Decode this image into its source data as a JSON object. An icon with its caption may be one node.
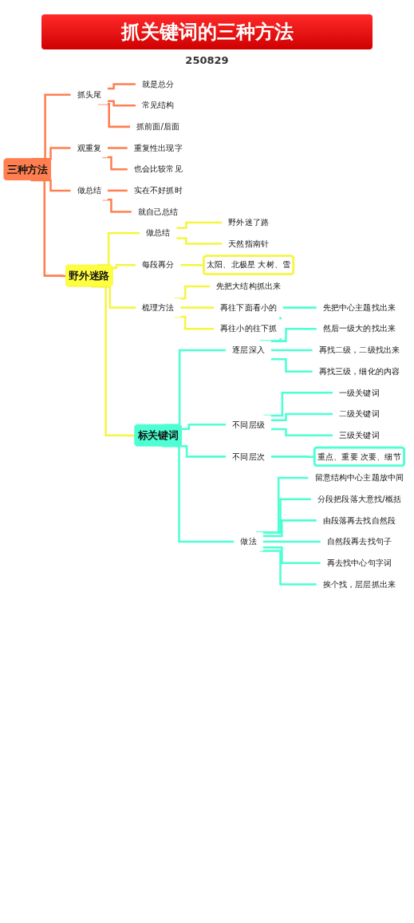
{
  "diagram": {
    "title": "抓关键词的三种方法",
    "nodes": [
      {
        "text": [
          "三种方法"
        ]
      },
      {
        "text": [
          "抓头尾"
        ]
      },
      {
        "text": [
          "就是总分"
        ]
      },
      {
        "text": [
          "常见结构"
        ]
      },
      {
        "text": [
          "抓前面/后面"
        ]
      },
      {
        "text": [
          "观重复"
        ]
      },
      {
        "text": [
          "重复性出现字"
        ]
      },
      {
        "text": [
          "也会比较常见"
        ]
      },
      {
        "text": [
          "做总结"
        ]
      },
      {
        "text": [
          "实在不好抓时"
        ]
      },
      {
        "text": [
          "就自己总结"
        ]
      },
      {
        "text": [
          "野外迷路"
        ]
      },
      {
        "text": [
          "做总结"
        ]
      },
      {
        "text": [
          "野外迷了路"
        ]
      },
      {
        "text": [
          "天然指南针"
        ]
      },
      {
        "text": [
          "每段再分"
        ]
      },
      {
        "text": [
          "太阳、北极星 大树、雪"
        ]
      },
      {
        "text": [
          "梳理方法"
        ]
      },
      {
        "text": [
          "先把大结构抓出来"
        ]
      },
      {
        "text": [
          "再往下面看小的"
        ]
      },
      {
        "text": [
          "再往小的往下抓"
        ]
      },
      {
        "text": [
          "标关键词"
        ]
      },
      {
        "text": [
          "逐层深入"
        ]
      },
      {
        "text": [
          "先把中心主题找出来"
        ]
      },
      {
        "text": [
          "然后一级大的找出来"
        ]
      },
      {
        "text": [
          "再找二级，二级找出来"
        ]
      },
      {
        "text": [
          "再找三级，细化的内容"
        ]
      },
      {
        "text": [
          "不同层级"
        ]
      },
      {
        "text": [
          "一级关键词"
        ]
      },
      {
        "text": [
          "二级关键词"
        ]
      },
      {
        "text": [
          "三级关键词"
        ]
      },
      {
        "text": [
          "不同层次"
        ]
      },
      {
        "text": [
          "重点、重要 次要、细节"
        ]
      },
      {
        "text": [
          "做法"
        ]
      },
      {
        "text": [
          "留意结构中心主题放中间"
        ]
      },
      {
        "text": [
          "分段把段落大意找/概括"
        ]
      },
      {
        "text": [
          "由段落再去找自然段"
        ]
      },
      {
        "text": [
          "自然段再去找句子"
        ]
      },
      {
        "text": [
          "再去找中心句字词"
        ]
      },
      {
        "text": [
          "挨个找，层层抓出来"
        ]
      }
    ],
    "edges": [
      {
        "from": 0,
        "to": 11,
        "arrow": "none",
        "color": "#ff7f50"
      },
      {
        "from": 11,
        "to": 21,
        "arrow": "none",
        "color": "#f5f542"
      },
      {
        "from": 0,
        "to": 1,
        "arrow": "none",
        "color": "#ff7f50"
      },
      {
        "from": 1,
        "to": 2,
        "arrow": "none",
        "color": "#ff7f50"
      },
      {
        "from": 1,
        "to": 3,
        "arrow": "none",
        "color": "#ff7f50"
      },
      {
        "from": 1,
        "to": 4,
        "arrow": "none",
        "color": "#ff7f50"
      },
      {
        "from": 0,
        "to": 5,
        "arrow": "none",
        "color": "#ff7f50"
      },
      {
        "from": 5,
        "to": 6,
        "arrow": "none",
        "color": "#ff7f50"
      },
      {
        "from": 5,
        "to": 7,
        "arrow": "none",
        "color": "#ff7f50"
      },
      {
        "from": 0,
        "to": 8,
        "arrow": "none",
        "color": "#ff7f50"
      },
      {
        "from": 8,
        "to": 9,
        "arrow": "none",
        "color": "#ff7f50"
      },
      {
        "from": 8,
        "to": 10,
        "arrow": "none",
        "color": "#ff7f50"
      },
      {
        "from": 11,
        "to": 12,
        "arrow": "none",
        "color": "#f5f542"
      },
      {
        "from": 12,
        "to": 13,
        "arrow": "none",
        "color": "#f5f542"
      },
      {
        "from": 12,
        "to": 14,
        "arrow": "none",
        "color": "#f5f542"
      },
      {
        "from": 11,
        "to": 15,
        "arrow": "none",
        "color": "#f5f542"
      },
      {
        "from": 15,
        "to": 16,
        "arrow": "none",
        "color": "#f5f542"
      },
      {
        "from": 11,
        "to": 17,
        "arrow": "none",
        "color": "#f5f542"
      },
      {
        "from": 17,
        "to": 18,
        "arrow": "none",
        "color": "#f5f542"
      },
      {
        "from": 17,
        "to": 19,
        "arrow": "none",
        "color": "#f5f542"
      },
      {
        "from": 17,
        "to": 20,
        "arrow": "none",
        "color": "#f5f542"
      },
      {
        "from": 21,
        "to": 22,
        "arrow": "none"
      },
      {
        "from": 22,
        "to": 23,
        "arrow": "none"
      },
      {
        "from": 22,
        "to": 24,
        "arrow": "none"
      },
      {
        "from": 22,
        "to": 25,
        "arrow": "none"
      },
      {
        "from": 22,
        "to": 26,
        "arrow": "none"
      },
      {
        "from": 21,
        "to": 27,
        "arrow": "none"
      },
      {
        "from": 27,
        "to": 28,
        "arrow": "none"
      },
      {
        "from": 27,
        "to": 29,
        "arrow": "none"
      },
      {
        "from": 27,
        "to": 30,
        "arrow": "none"
      },
      {
        "from": 21,
        "to": 31,
        "arrow": "none"
      },
      {
        "from": 31,
        "to": 32,
        "arrow": "none"
      },
      {
        "from": 21,
        "to": 33,
        "arrow": "none"
      },
      {
        "from": 33,
        "to": 34,
        "arrow": "none"
      },
      {
        "from": 33,
        "to": 35,
        "arrow": "none"
      },
      {
        "from": 33,
        "to": 36,
        "arrow": "none"
      },
      {
        "from": 33,
        "to": 37,
        "arrow": "none"
      },
      {
        "from": 33,
        "to": 38,
        "arrow": "none"
      },
      {
        "from": 33,
        "to": 39,
        "arrow": "none"
      }
    ],
    "labels": [
      "250829"
    ]
  }
}
